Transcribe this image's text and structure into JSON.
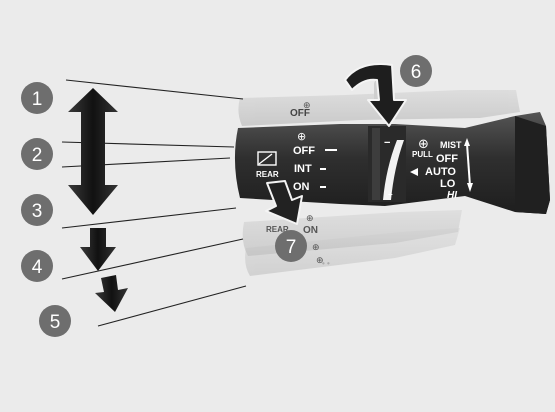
{
  "callouts": [
    "1",
    "2",
    "3",
    "4",
    "5",
    "6",
    "7"
  ],
  "stalk": {
    "rear_positions": [
      "OFF",
      "INT",
      "ON"
    ],
    "rear_label": "REAR",
    "ghost_rear_label": "REAR",
    "ghost_on_label": "ON",
    "ghost_off_label": "OFF",
    "front_modes": [
      "MIST",
      "OFF",
      "AUTO",
      "LO",
      "HI"
    ],
    "pull_label": "PULL",
    "minus_mark": "−",
    "plus_mark": "+"
  },
  "colors": {
    "background": "#ebebeb",
    "callout_circle": "#6e6e6e",
    "arrow": "#1a1a1a",
    "stalk_dark": "#333333",
    "stalk_ghost": "#c9c9c9",
    "leader_line": "#222222"
  },
  "icons": [
    "washer-icon",
    "rear-wiper-icon",
    "front-wiper-icon"
  ]
}
